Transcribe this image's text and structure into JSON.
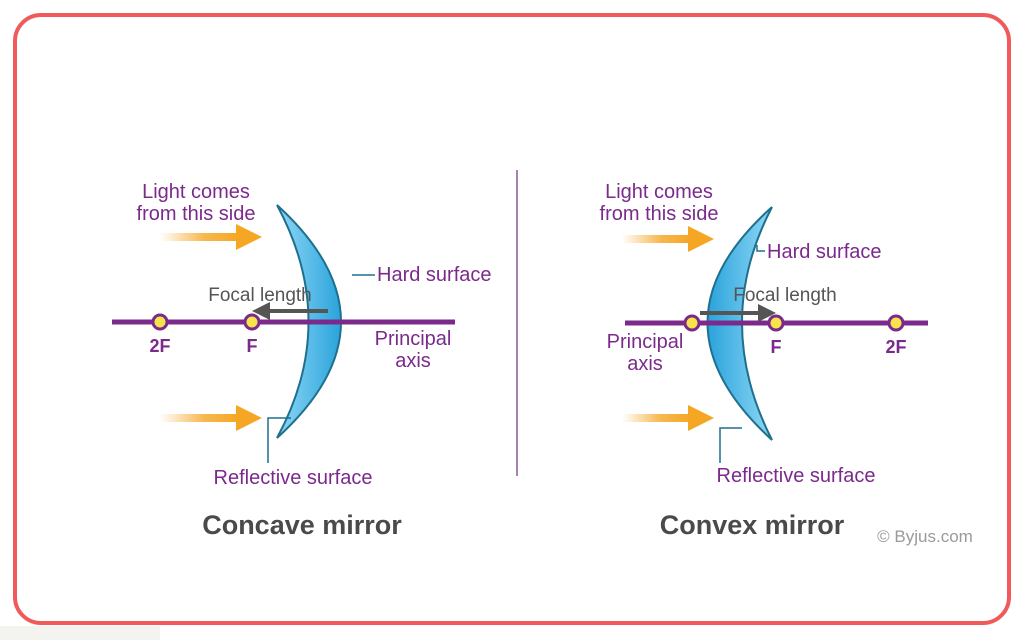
{
  "concave": {
    "light_line1": "Light comes",
    "light_line2": "from this side",
    "hard_surface": "Hard surface",
    "focal_length": "Focal length",
    "principal_line1": "Principal",
    "principal_line2": "axis",
    "point_2f": "2F",
    "point_f": "F",
    "reflective_surface": "Reflective surface",
    "title": "Concave mirror"
  },
  "convex": {
    "light_line1": "Light comes",
    "light_line2": "from this side",
    "hard_surface": "Hard surface",
    "focal_length": "Focal length",
    "principal_line1": "Principal",
    "principal_line2": "axis",
    "point_f": "F",
    "point_2f": "2F",
    "reflective_surface": "Reflective surface",
    "title": "Convex mirror"
  },
  "credit": "© Byjus.com",
  "colors": {
    "border": "#f05a5a",
    "axis": "#7b2a8c",
    "label": "#7b2a8c",
    "arrow": "#f5a623",
    "mirror_fill": "#3fb6e8",
    "mirror_stroke": "#1f6f8f",
    "point_fill": "#f7e34a"
  }
}
